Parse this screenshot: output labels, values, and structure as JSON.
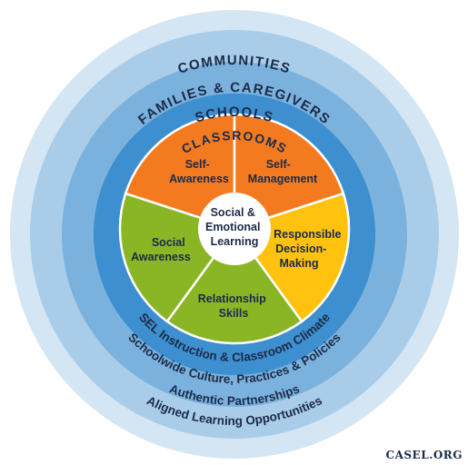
{
  "rings": {
    "communities": "COMMUNITIES",
    "families": "FAMILIES & CAREGIVERS",
    "schools": "SCHOOLS",
    "classrooms": "CLASSROOMS",
    "sel_instruction": "SEL Instruction & Classroom Climate",
    "schoolwide": "Schoolwide Culture, Practices & Policies",
    "partnerships": "Authentic Partnerships",
    "aligned": "Aligned Learning Opportunities"
  },
  "center": {
    "lines": [
      "Social &",
      "Emotional",
      "Learning"
    ]
  },
  "competencies": [
    {
      "lines": [
        "Self-",
        "Awareness"
      ]
    },
    {
      "lines": [
        "Self-",
        "Management"
      ]
    },
    {
      "lines": [
        "Responsible",
        "Decision-",
        "Making"
      ]
    },
    {
      "lines": [
        "Relationship",
        "Skills"
      ]
    },
    {
      "lines": [
        "Social",
        "Awareness"
      ]
    }
  ],
  "credit": "CASEL.ORG",
  "colors": {
    "communities": "#d4e6f3",
    "families": "#a9cde9",
    "schools": "#7bb2dd",
    "classrooms": "#3d8fcf",
    "orange": "#f47a20",
    "yellow": "#ffc20e",
    "green": "#8ab626",
    "text": "#1b2a48"
  }
}
